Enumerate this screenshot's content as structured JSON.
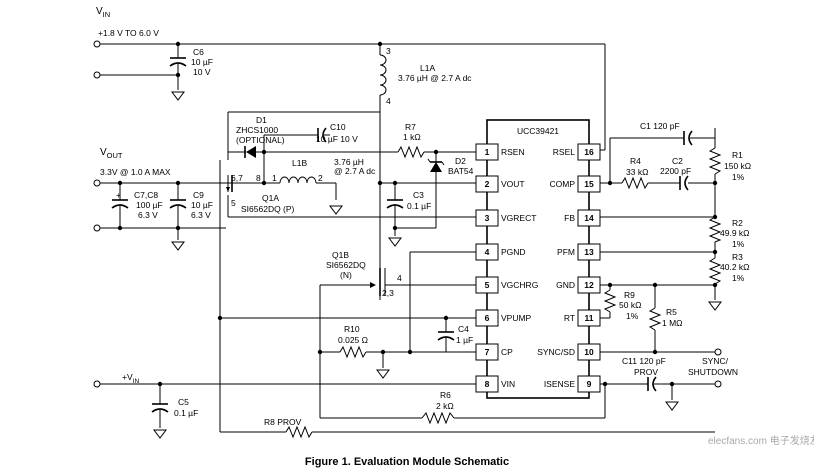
{
  "figure": {
    "caption": "Figure 1. Evaluation Module Schematic"
  },
  "supplies": {
    "vin_label": "V",
    "vin_sub": "IN",
    "vin_range": "+1.8 V TO 6.0 V",
    "vout_label": "V",
    "vout_sub": "OUT",
    "vout_spec": "3.3V @ 1.0 A MAX",
    "vin2_label": "+V",
    "vin2_sub": "IN"
  },
  "ic": {
    "name": "UCC39421",
    "left_pins": [
      {
        "num": "1",
        "name": "RSEN"
      },
      {
        "num": "2",
        "name": "VOUT"
      },
      {
        "num": "3",
        "name": "VGRECT"
      },
      {
        "num": "4",
        "name": "PGND"
      },
      {
        "num": "5",
        "name": "VGCHRG"
      },
      {
        "num": "6",
        "name": "VPUMP"
      },
      {
        "num": "7",
        "name": "CP"
      },
      {
        "num": "8",
        "name": "VIN"
      }
    ],
    "right_pins": [
      {
        "num": "16",
        "name": "RSEL"
      },
      {
        "num": "15",
        "name": "COMP"
      },
      {
        "num": "14",
        "name": "FB"
      },
      {
        "num": "13",
        "name": "PFM"
      },
      {
        "num": "12",
        "name": "GND"
      },
      {
        "num": "11",
        "name": "RT"
      },
      {
        "num": "10",
        "name": "SYNC/SD"
      },
      {
        "num": "9",
        "name": "ISENSE"
      }
    ]
  },
  "components": {
    "c6": {
      "ref": "C6",
      "v1": "10 µF",
      "v2": "10 V"
    },
    "l1a": {
      "ref": "L1A",
      "value": "3.76 µH @ 2.7 A dc",
      "pin_top": "3",
      "pin_bot": "4"
    },
    "d1": {
      "ref": "D1",
      "v1": "ZHCS1000",
      "v2": "(OPTIONAL)"
    },
    "c10": {
      "ref": "C10",
      "value": "10 µF 10 V"
    },
    "r7": {
      "ref": "R7",
      "value": "1 kΩ"
    },
    "d2": {
      "ref": "D2",
      "value": "BAT54"
    },
    "l1b": {
      "ref": "L1B",
      "v1": "3.76 µH",
      "v2": "@ 2.7 A dc",
      "pin_left": "1",
      "pin_right": "2"
    },
    "q1a": {
      "ref": "Q1A",
      "value": "SI6562DQ (P)",
      "pins_a": "6,7",
      "pin_b": "8",
      "pin_c": "5"
    },
    "c78": {
      "ref": "C7,C8",
      "v1": "100 µF",
      "v2": "6.3 V"
    },
    "c9": {
      "ref": "C9",
      "v1": "10 µF",
      "v2": "6.3 V"
    },
    "c3": {
      "ref": "C3",
      "value": "0.1 µF"
    },
    "q1b": {
      "ref": "Q1B",
      "v1": "SI6562DQ",
      "v2": "(N)",
      "pins": "2,3",
      "pin_d": "4"
    },
    "r10": {
      "ref": "R10",
      "value": "0.025 Ω"
    },
    "c4": {
      "ref": "C4",
      "value": "1 µF"
    },
    "c5": {
      "ref": "C5",
      "value": "0.1 µF"
    },
    "r6": {
      "ref": "R6",
      "value": "2 kΩ"
    },
    "r8": {
      "ref": "R8 PROV"
    },
    "c1": {
      "ref": "C1 120 pF"
    },
    "r4": {
      "ref": "R4",
      "value": "33 kΩ"
    },
    "c2": {
      "ref": "C2",
      "value": "2200 pF"
    },
    "r1": {
      "ref": "R1",
      "v1": "150 kΩ",
      "v2": "1%"
    },
    "r2": {
      "ref": "R2",
      "v1": "49.9 kΩ",
      "v2": "1%"
    },
    "r3": {
      "ref": "R3",
      "v1": "40.2 kΩ",
      "v2": "1%"
    },
    "r9": {
      "ref": "R9",
      "v1": "50 kΩ",
      "v2": "1%"
    },
    "r5": {
      "ref": "R5",
      "value": "1 MΩ"
    },
    "c11": {
      "ref": "C11 120 pF",
      "value": "PROV"
    }
  },
  "labels": {
    "sync": "SYNC/",
    "shutdown": "SHUTDOWN",
    "plus": "+"
  },
  "watermark": {
    "text": "elecfans.com 电子发烧友"
  }
}
